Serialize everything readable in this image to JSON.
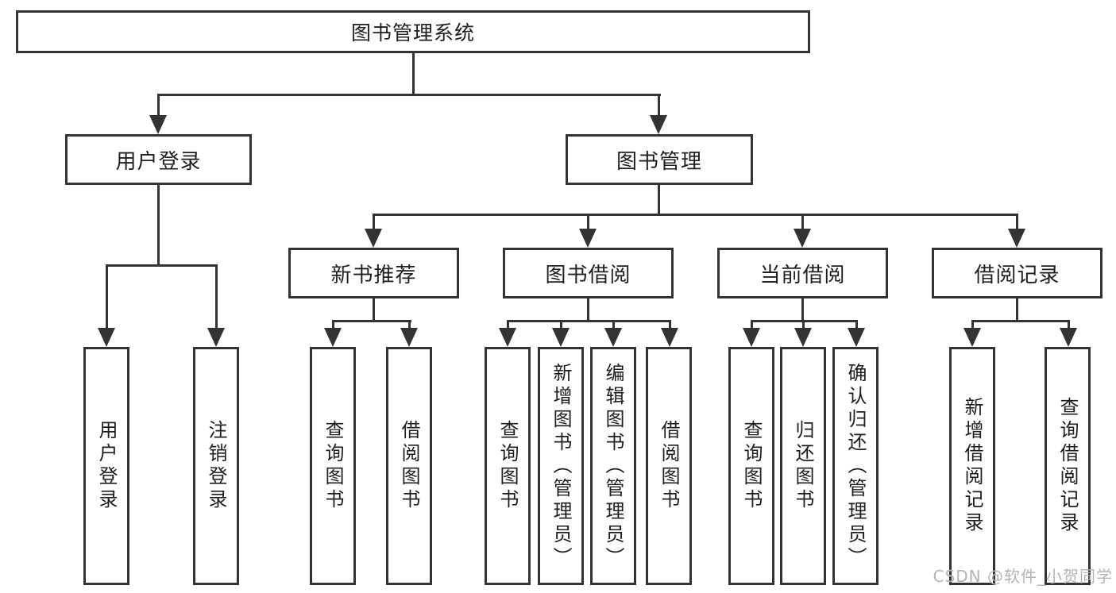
{
  "diagram": {
    "title": "图书管理系统",
    "root": {
      "label": "图书管理系统"
    },
    "level2": [
      {
        "id": "user-login",
        "label": "用户登录"
      },
      {
        "id": "book-management",
        "label": "图书管理"
      }
    ],
    "level3": [
      {
        "id": "new-book-recommend",
        "label": "新书推荐"
      },
      {
        "id": "book-borrow",
        "label": "图书借阅"
      },
      {
        "id": "current-borrow",
        "label": "当前借阅"
      },
      {
        "id": "borrow-records",
        "label": "借阅记录"
      }
    ],
    "leaves": [
      {
        "id": "user-login",
        "parent": "用户登录",
        "label": "用户登录"
      },
      {
        "id": "logout",
        "parent": "用户登录",
        "label": "注销登录"
      },
      {
        "id": "query-books-1",
        "parent": "新书推荐",
        "label": "查询图书"
      },
      {
        "id": "borrow-books-1",
        "parent": "新书推荐",
        "label": "借阅图书"
      },
      {
        "id": "query-books-2",
        "parent": "图书借阅",
        "label": "查询图书"
      },
      {
        "id": "add-books-admin",
        "parent": "图书借阅",
        "label": "新增图书（管理员）"
      },
      {
        "id": "edit-books-admin",
        "parent": "图书借阅",
        "label": "编辑图书（管理员）"
      },
      {
        "id": "borrow-books-2",
        "parent": "图书借阅",
        "label": "借阅图书"
      },
      {
        "id": "query-books-3",
        "parent": "当前借阅",
        "label": "查询图书"
      },
      {
        "id": "return-books",
        "parent": "当前借阅",
        "label": "归还图书"
      },
      {
        "id": "confirm-return-admin",
        "parent": "当前借阅",
        "label": "确认归还（管理员）"
      },
      {
        "id": "add-borrow-record",
        "parent": "借阅记录",
        "label": "新增借阅记录"
      },
      {
        "id": "query-borrow-record",
        "parent": "借阅记录",
        "label": "查询借阅记录"
      }
    ],
    "watermark": "CSDN @软件_小贺同学",
    "colors": {
      "line": "#333333",
      "text": "#1e1e1e",
      "watermark": "#b4b4b4",
      "background": "#ffffff"
    }
  }
}
